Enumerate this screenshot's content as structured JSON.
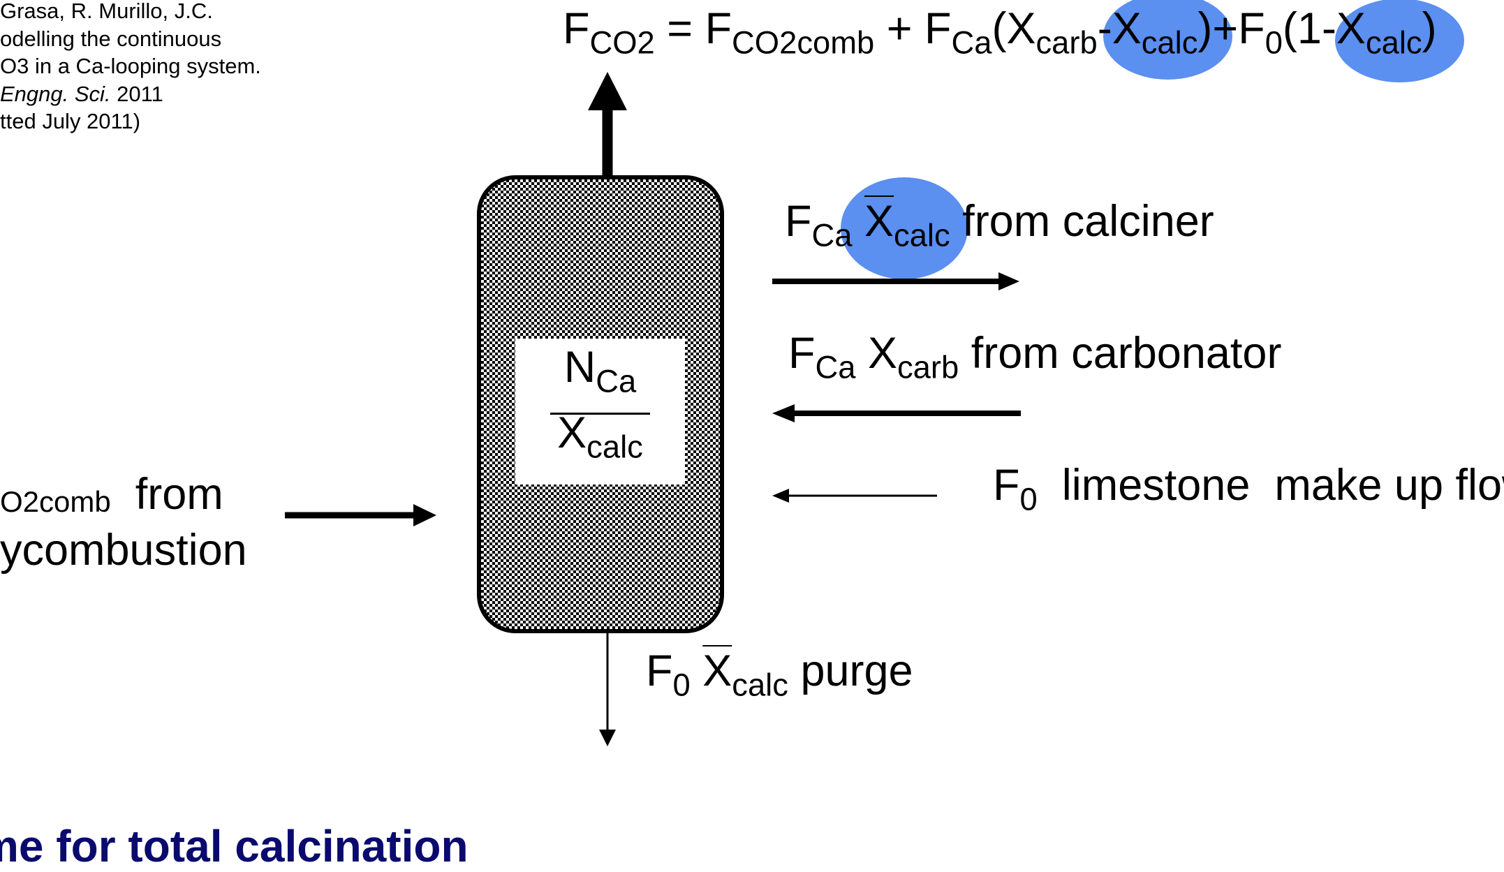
{
  "reference": {
    "lines": [
      "Grasa, R. Murillo, J.C.",
      "odelling the continuous",
      "O3 in a Ca-looping system.",
      "Engng. Sci.",
      "tted July 2011)"
    ],
    "line4_year": "2011"
  },
  "equation": {
    "f1": "F",
    "s1": "CO2",
    "eq": " = F",
    "s2": "CO2comb",
    "plus": " + F",
    "s3": "Ca",
    "p1": "(X",
    "s4": "carb",
    "minus": "-X",
    "s5": "calc",
    "p2": ")+F",
    "s6": "0",
    "p3": "(1-X",
    "s7": "calc",
    "p4": ")"
  },
  "reactor": {
    "num": "N",
    "num_sub": "Ca",
    "den": "X",
    "den_sub": "calc"
  },
  "flows": {
    "calciner": {
      "f": "F",
      "f_sub": "Ca",
      "x": "X",
      "x_sub": "calc",
      "text": " from calciner"
    },
    "carbonator": {
      "f": "F",
      "f_sub": "Ca",
      "x": " X",
      "x_sub": "carb",
      "text": " from carbonator"
    },
    "makeup": {
      "f": "F",
      "f_sub": "0",
      "text": "  limestone  make up flow"
    },
    "input": {
      "sub": "O2comb",
      "text": "  from",
      "line2": "ycombustion"
    },
    "purge": {
      "f": "F",
      "f_sub": "0",
      "x": "X",
      "x_sub": "calc",
      "text": " purge"
    }
  },
  "heading": "me for total calcination",
  "colors": {
    "highlight": "#5b8ff0",
    "heading": "#0a0a6e"
  }
}
